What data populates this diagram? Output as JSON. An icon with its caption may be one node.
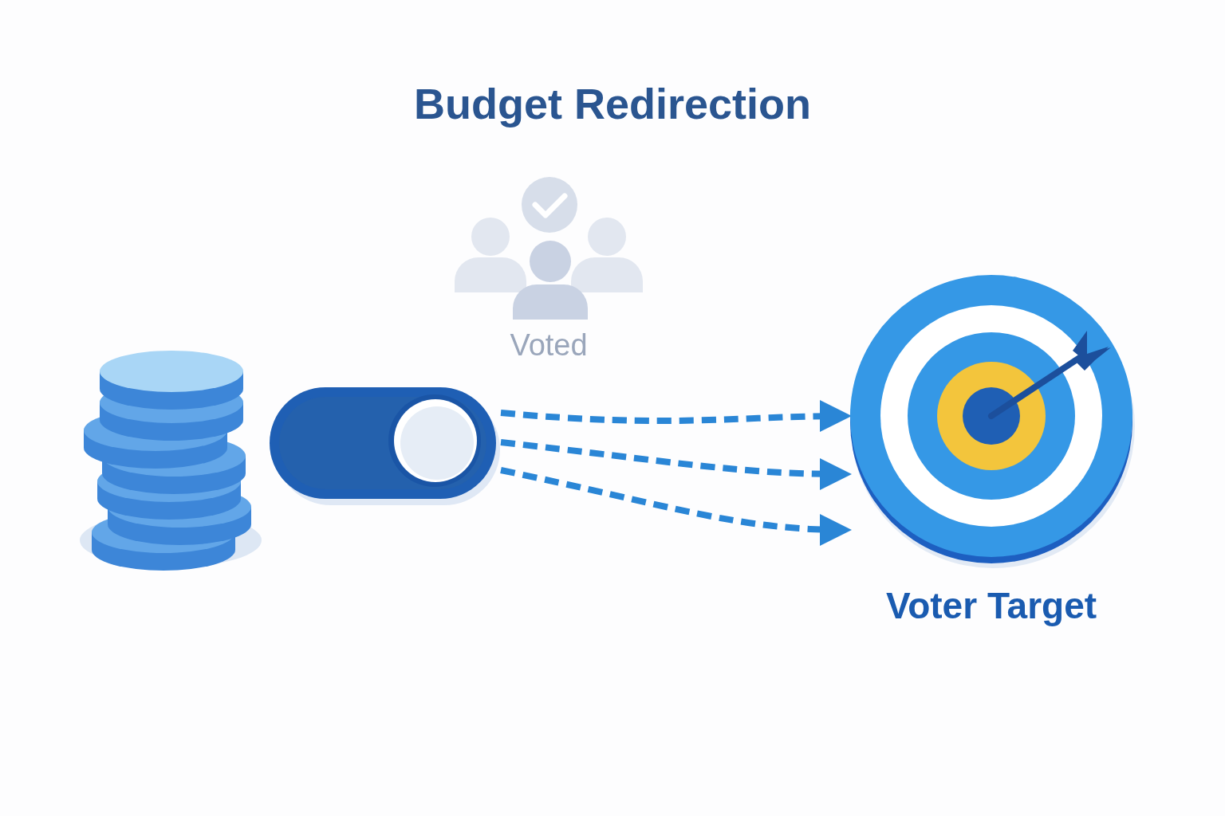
{
  "diagram": {
    "title": "Budget Redirection",
    "nodes": [
      {
        "text": [],
        "shape": "picture"
      },
      {
        "text": [],
        "shape": "picture"
      },
      {
        "text": [
          "Voted"
        ]
      },
      {
        "text": [
          "Voter Target"
        ]
      }
    ],
    "edges": [
      {
        "from": 1,
        "to": 3,
        "arrow": "to",
        "style": "dashed"
      },
      {
        "from": 1,
        "to": 3,
        "arrow": "to",
        "style": "dashed"
      },
      {
        "from": 1,
        "to": 3,
        "arrow": "to",
        "style": "dashed"
      }
    ]
  }
}
